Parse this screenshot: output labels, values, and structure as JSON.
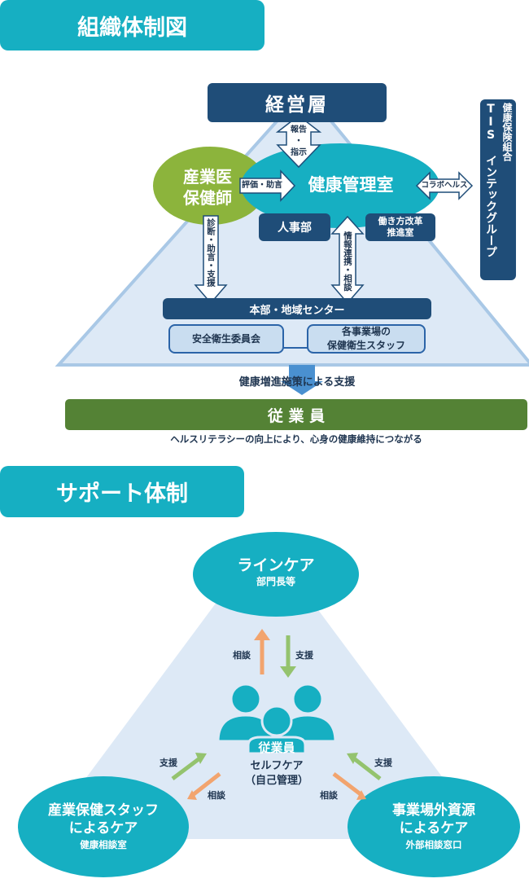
{
  "org_section": {
    "title": "組織体制図",
    "management": "経営層",
    "report_arrow_label": [
      "報告",
      "・",
      "指示"
    ],
    "occupational_doctor": [
      "産業医",
      "保健師"
    ],
    "evaluation_arrow_label": "評価・助言",
    "health_office": "健康管理室",
    "collab_arrow_label": "コラボヘルス",
    "hr_dept": "人事部",
    "work_reform": [
      "働き方改革",
      "推進室"
    ],
    "diagnosis_arrow_label": "診断・助言・支援",
    "info_arrow_label": "情報連携・相談",
    "tis_group": {
      "title": "TIS インテックグループ",
      "subtitle": "健康保険組合"
    },
    "regional_center": "本部・地域センター",
    "safety_committee": "安全衛生委員会",
    "site_staff": [
      "各事業場の",
      "保健衛生スタッフ"
    ],
    "support_label": "健康増進施策による支援",
    "employees": "従 業 員",
    "employees_caption": "ヘルスリテラシーの向上により、心身の健康維持につながる"
  },
  "support_section": {
    "title": "サポート体制",
    "line_care": {
      "title": "ラインケア",
      "subtitle": "部門長等"
    },
    "top_consult_label": "相談",
    "top_support_label": "支援",
    "employee_badge": "従業員",
    "self_care": [
      "セルフケア",
      "（自己管理）"
    ],
    "left_support_label": "支援",
    "left_consult_label": "相談",
    "right_support_label": "支援",
    "right_consult_label": "相談",
    "staff_care": {
      "title": [
        "産業保健スタッフ",
        "によるケア"
      ],
      "subtitle": "健康相談室"
    },
    "external_care": {
      "title": [
        "事業場外資源",
        "によるケア"
      ],
      "subtitle": "外部相談窓口"
    }
  },
  "colors": {
    "teal": "#16afc2",
    "navy": "#1f4d78",
    "green": "#8cb43c",
    "dark_green": "#548235",
    "pale_blue": "#dde9f6",
    "orange_arrow": "#f2a46e",
    "green_arrow": "#94c36e"
  }
}
